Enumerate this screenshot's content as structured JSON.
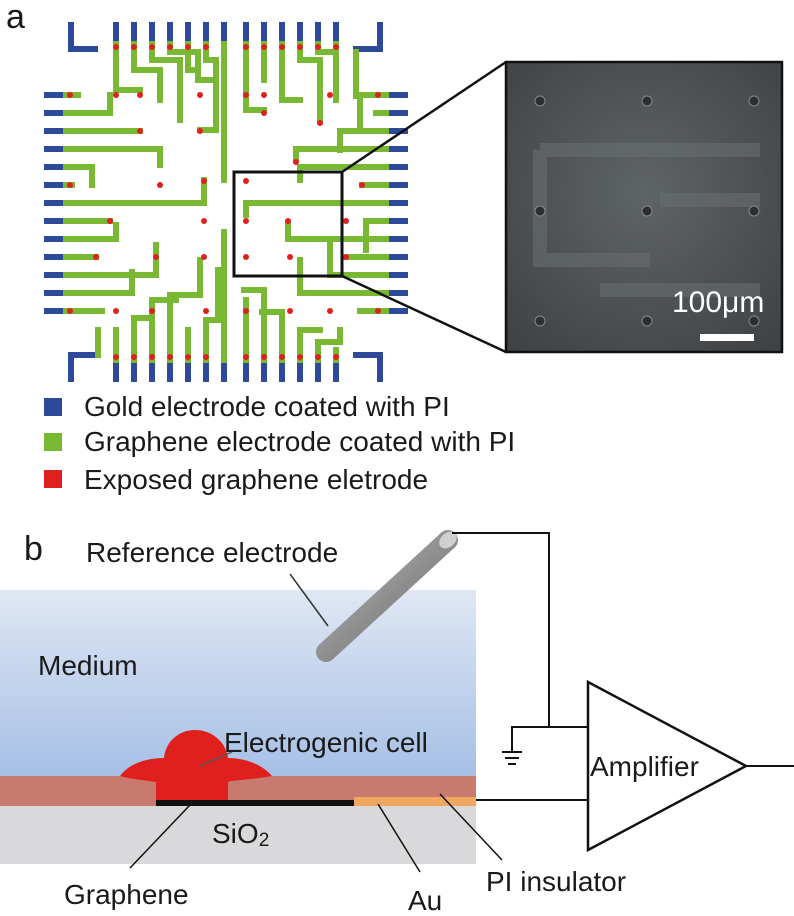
{
  "panel_a": {
    "label": "a",
    "scale_bar": "100μm",
    "legend": [
      {
        "color": "#2d4a9a",
        "text": "Gold electrode coated with PI"
      },
      {
        "color": "#78b832",
        "text": "Graphene electrode coated with PI"
      },
      {
        "color": "#e0201f",
        "text": "Exposed graphene eletrode"
      }
    ]
  },
  "panel_b": {
    "label": "b",
    "reference_electrode": "Reference electrode",
    "medium": "Medium",
    "cell": "Electrogenic cell",
    "amplifier": "Amplifier",
    "substrate": "SiO",
    "substrate_sub": "2",
    "graphene": "Graphene",
    "au": "Au",
    "pi_insulator": "PI insulator"
  },
  "colors": {
    "gold": "#2d4a9a",
    "graphene": "#78b832",
    "exposed": "#e0201f",
    "pi": "#c87a6e",
    "au_layer": "#f0a860",
    "medium_top": "#dde6f3",
    "medium_bottom": "#a9c2e6",
    "sio2": "#d9d9dc"
  }
}
